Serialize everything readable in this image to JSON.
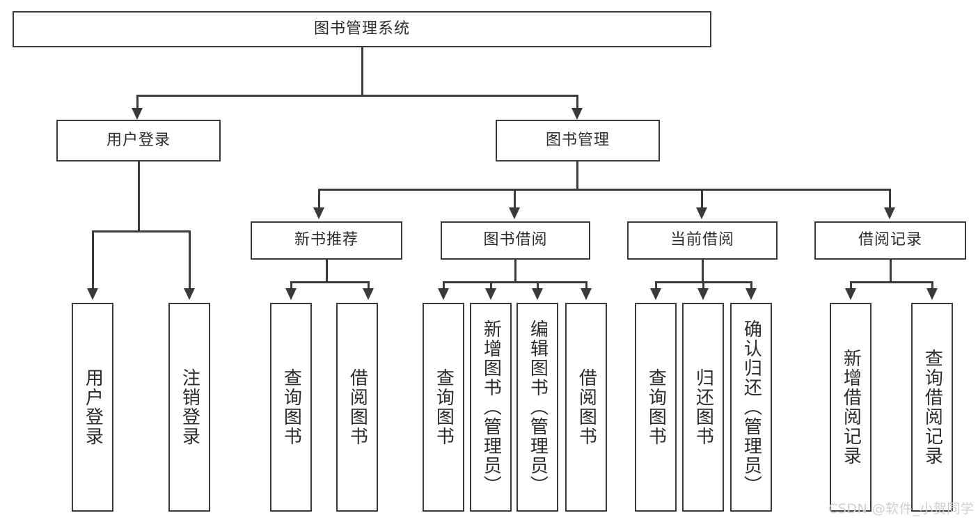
{
  "diagram": {
    "title_node": {
      "label": "图书管理系统"
    },
    "level2": [
      {
        "id": "user-login",
        "label": "用户登录"
      },
      {
        "id": "book-management",
        "label": "图书管理"
      }
    ],
    "level3": [
      {
        "id": "new-book-recommend",
        "label": "新书推荐"
      },
      {
        "id": "book-borrow",
        "label": "图书借阅"
      },
      {
        "id": "current-borrow",
        "label": "当前借阅"
      },
      {
        "id": "borrow-record",
        "label": "借阅记录"
      }
    ],
    "leaves": {
      "user_login": [
        {
          "id": "leaf-user-login",
          "label": "用户登录"
        },
        {
          "id": "leaf-logout-login",
          "label": "注销登录"
        }
      ],
      "new_book_recommend": [
        {
          "id": "leaf-query-book-1",
          "label": "查询图书"
        },
        {
          "id": "leaf-borrow-book-1",
          "label": "借阅图书"
        }
      ],
      "book_borrow": [
        {
          "id": "leaf-query-book-2",
          "label": "查询图书"
        },
        {
          "id": "leaf-add-book",
          "label": "新增图书（管理员）"
        },
        {
          "id": "leaf-edit-book",
          "label": "编辑图书（管理员）"
        },
        {
          "id": "leaf-borrow-book-2",
          "label": "借阅图书"
        }
      ],
      "current_borrow": [
        {
          "id": "leaf-query-book-3",
          "label": "查询图书"
        },
        {
          "id": "leaf-return-book",
          "label": "归还图书"
        },
        {
          "id": "leaf-confirm-return",
          "label": "确认归还（管理员）"
        }
      ],
      "borrow_record": [
        {
          "id": "leaf-add-borrow-record",
          "label": "新增借阅记录"
        },
        {
          "id": "leaf-query-borrow-record",
          "label": "查询借阅记录"
        }
      ]
    }
  },
  "watermark": {
    "text": "CSDN @软件_小贺同学"
  },
  "colors": {
    "stroke": "#3a3a3a",
    "text": "#2b2b2b",
    "background": "#ffffff",
    "watermark": "#cfcfcf"
  }
}
